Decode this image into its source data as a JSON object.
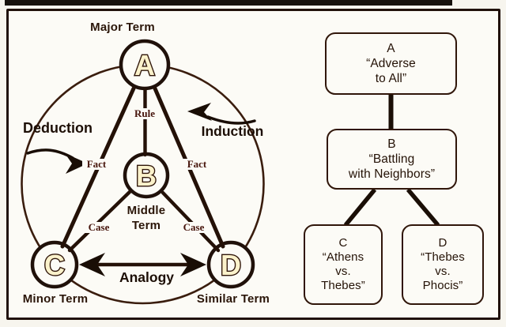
{
  "figure": {
    "left_diagram": {
      "node_a": {
        "letter": "A",
        "term": "Major Term"
      },
      "node_b": {
        "letter": "B",
        "term_line1": "Middle",
        "term_line2": "Term"
      },
      "node_c": {
        "letter": "C",
        "term": "Minor Term"
      },
      "node_d": {
        "letter": "D",
        "term": "Similar Term"
      },
      "edge_labels": {
        "rule": "Rule",
        "fact_left": "Fact",
        "fact_right": "Fact",
        "case_left": "Case",
        "case_right": "Case"
      },
      "inference_labels": {
        "deduction": "Deduction",
        "induction": "Induction",
        "analogy": "Analogy"
      }
    },
    "right_tree": {
      "box_a": {
        "lines": [
          "A",
          "“Adverse",
          "to All”"
        ]
      },
      "box_b": {
        "lines": [
          "B",
          "“Battling",
          "with Neighbors”"
        ]
      },
      "box_c": {
        "lines": [
          "C",
          "“Athens",
          "vs.",
          "Thebes”"
        ]
      },
      "box_d": {
        "lines": [
          "D",
          "“Thebes",
          "vs.",
          "Phocis”"
        ]
      }
    },
    "colors": {
      "ink": "#241107",
      "label_red": "#47150c",
      "paper": "#fcfbf6"
    }
  }
}
